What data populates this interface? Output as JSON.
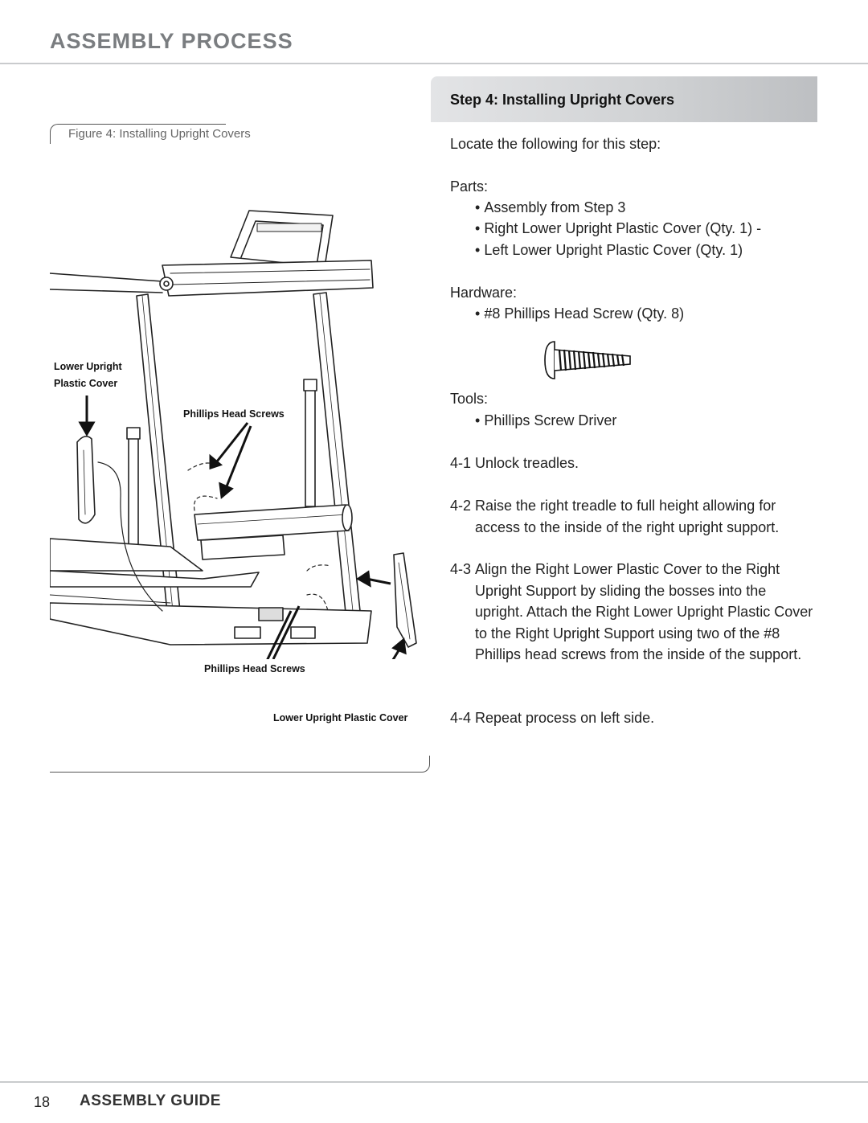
{
  "header": {
    "title": "ASSEMBLY PROCESS"
  },
  "step": {
    "title": "Step 4: Installing Upright Covers"
  },
  "figure": {
    "caption": "Figure 4: Installing Upright Covers",
    "callouts": {
      "lower_upright_left_line1": "Lower Upright",
      "lower_upright_left_line2": "Plastic Cover",
      "screws_top": "Phillips Head Screws",
      "screws_bottom": "Phillips Head Screws",
      "lower_upright_right": "Lower Upright Plastic Cover"
    }
  },
  "content": {
    "intro": "Locate the following for this step:",
    "parts_label": "Parts:",
    "parts": [
      "Assembly from Step 3",
      "Right Lower Upright Plastic Cover (Qty. 1) -",
      "Left Lower Upright Plastic Cover (Qty. 1)"
    ],
    "hardware_label": "Hardware:",
    "hardware": [
      "#8 Phillips Head Screw (Qty. 8)"
    ],
    "tools_label": "Tools:",
    "tools": [
      "Phillips Screw Driver"
    ],
    "steps": [
      {
        "num": "4-1",
        "text": "Unlock treadles."
      },
      {
        "num": "4-2",
        "text": "Raise the right treadle to full height allowing for access to the inside of the right upright support."
      },
      {
        "num": "4-3",
        "text": "Align the Right Lower Plastic Cover to the Right Upright Support by sliding the bosses into the upright. Attach the Right Lower Upright Plastic Cover to the Right Upright Support using two of the #8 Phillips head screws from the inside of the support."
      },
      {
        "num": "4-4",
        "text": "Repeat process on left side."
      }
    ]
  },
  "footer": {
    "page_number": "18",
    "title": "ASSEMBLY GUIDE"
  }
}
